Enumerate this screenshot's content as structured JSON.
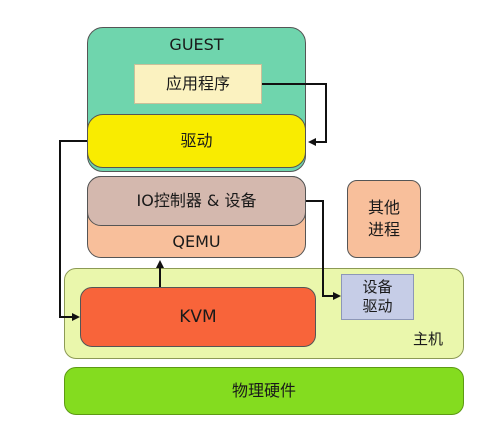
{
  "diagram": {
    "guest": {
      "title": "GUEST"
    },
    "application": {
      "label": "应用程序"
    },
    "driver": {
      "label": "驱动"
    },
    "io": {
      "label": "IO控制器 & 设备"
    },
    "qemu": {
      "label": "QEMU"
    },
    "other_process": {
      "line1": "其他",
      "line2": "进程"
    },
    "host": {
      "label": "主机"
    },
    "kvm": {
      "label": "KVM"
    },
    "device_driver": {
      "line1": "设备",
      "line2": "驱动"
    },
    "hardware": {
      "label": "物理硬件"
    }
  },
  "colors": {
    "guest": "#6fd5ad",
    "application": "#fbf2c0",
    "driver": "#f9ec00",
    "qemu": "#f8bf9b",
    "io": "#d4b8ae",
    "host": "#eaf7ac",
    "kvm": "#f8643a",
    "device_driver": "#c6cde7",
    "hardware": "#84dc1f"
  }
}
